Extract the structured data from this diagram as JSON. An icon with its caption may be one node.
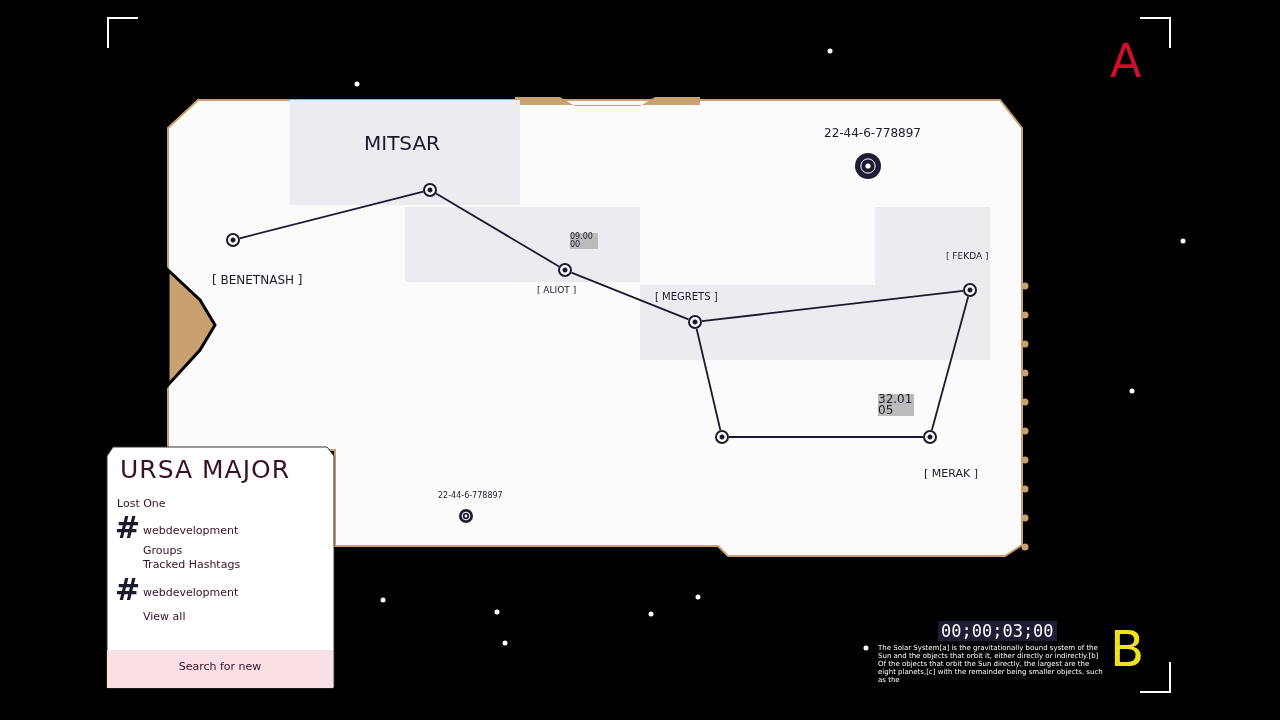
{
  "diagram": {
    "title": "URSA MAJOR",
    "nodes": [
      {
        "text": [],
        "shape": "circle",
        "beside": [
          "[ BENETNASH ]"
        ]
      },
      {
        "text": [],
        "shape": "circle",
        "beside": [
          "MITSAR"
        ]
      },
      {
        "text": [],
        "shape": "circle",
        "beside": [
          "[ ALIOT ]"
        ]
      },
      {
        "text": [],
        "shape": "circle",
        "beside": [
          "[ MEGRETS ]"
        ]
      },
      {
        "text": [],
        "shape": "circle",
        "beside": [
          "[ FEKDA ]"
        ]
      },
      {
        "text": [],
        "shape": "circle"
      },
      {
        "text": [],
        "shape": "circle",
        "beside": [
          "[ MERAK ]"
        ]
      }
    ],
    "edges": [
      {
        "from": 0,
        "to": 1,
        "arrow": "none"
      },
      {
        "from": 1,
        "to": 2,
        "arrow": "none"
      },
      {
        "from": 2,
        "to": 3,
        "arrow": "none"
      },
      {
        "from": 3,
        "to": 4,
        "arrow": "none"
      },
      {
        "from": 4,
        "to": 6,
        "arrow": "none"
      },
      {
        "from": 6,
        "to": 5,
        "arrow": "none"
      },
      {
        "from": 5,
        "to": 3,
        "arrow": "none"
      }
    ],
    "labels": [
      "A",
      "22-44-6-778897",
      "09.00 00",
      "32.01 05",
      "Lost One",
      "#",
      "webdevelopment",
      "Groups",
      "Tracked Hashtags",
      "#",
      "webdevelopment",
      "View all",
      "Search for new",
      "22-44-6-778897",
      "00;00;03;00",
      "The Solar System[a] is the gravitationally bound system of the Sun and the objects that orbit it, either directly or indirectly.[b] Of the objects that orbit the Sun directly, the largest are the eight planets,[c] with the remainder being smaller objects, such as the",
      "B"
    ]
  }
}
